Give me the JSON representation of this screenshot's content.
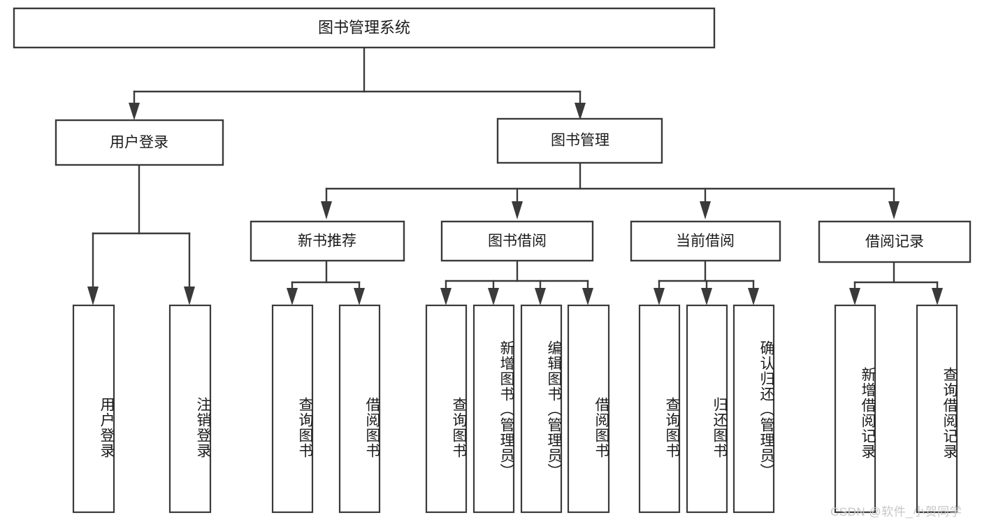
{
  "diagram": {
    "type": "tree-hierarchy",
    "title": "图书管理系统",
    "root": {
      "label": "图书管理系统"
    },
    "level1": [
      {
        "label": "用户登录"
      },
      {
        "label": "图书管理"
      }
    ],
    "level2": [
      {
        "label": "新书推荐"
      },
      {
        "label": "图书借阅"
      },
      {
        "label": "当前借阅"
      },
      {
        "label": "借阅记录"
      }
    ],
    "leaves": {
      "user_login": [
        {
          "label": "用户登录"
        },
        {
          "label": "注销登录"
        }
      ],
      "new_book_recommend": [
        {
          "label": "查询图书"
        },
        {
          "label": "借阅图书"
        }
      ],
      "book_borrow": [
        {
          "label": "查询图书"
        },
        {
          "label": "新增图书（管理员）"
        },
        {
          "label": "编辑图书（管理员）"
        },
        {
          "label": "借阅图书"
        }
      ],
      "current_borrow": [
        {
          "label": "查询图书"
        },
        {
          "label": "归还图书"
        },
        {
          "label": "确认归还（管理员）"
        }
      ],
      "borrow_record": [
        {
          "label": "新增借阅记录"
        },
        {
          "label": "查询借阅记录"
        }
      ]
    },
    "watermark": "CSDN @软件_小贺同学",
    "colors": {
      "stroke": "#3a3a3a",
      "fill": "#ffffff",
      "text": "#1a1a1a",
      "watermark": "#c7c7c7"
    }
  }
}
